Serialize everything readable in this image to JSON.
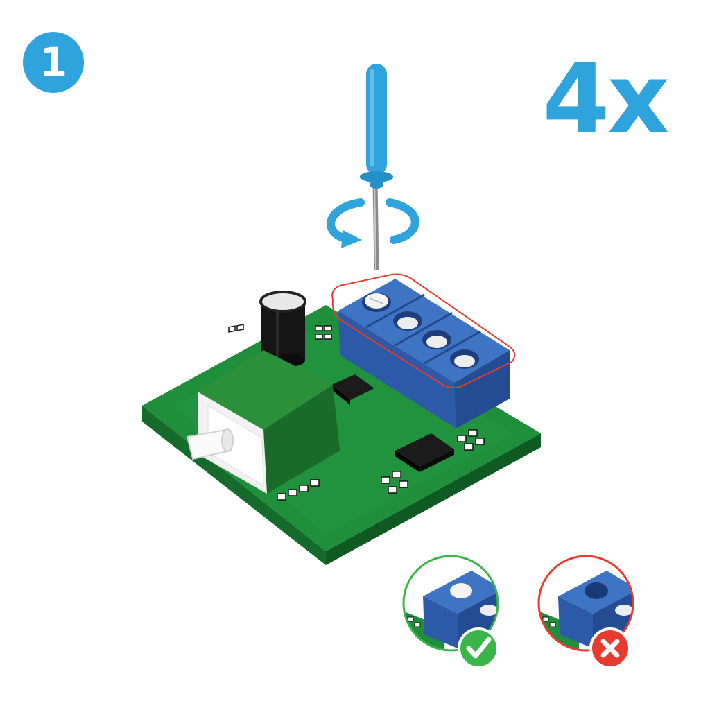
{
  "step": {
    "number": "1"
  },
  "repeat": {
    "count_text": "4x"
  },
  "colors": {
    "accent": "#2ea3dc",
    "board": "#1f8f3c",
    "terminal": "#3d74c4",
    "ok": "#3ab54a",
    "bad": "#e63b2e"
  },
  "icons": {
    "step": "step-number-badge",
    "tool": "screwdriver-icon",
    "rotation": "rotate-arrow-icon",
    "ok": "check-icon",
    "bad": "cross-icon"
  },
  "illustration": {
    "terminal_screws": 4,
    "highlighted": "terminal-block",
    "examples": [
      {
        "state": "correct",
        "screw_visible": true
      },
      {
        "state": "incorrect",
        "screw_visible": false
      }
    ]
  }
}
